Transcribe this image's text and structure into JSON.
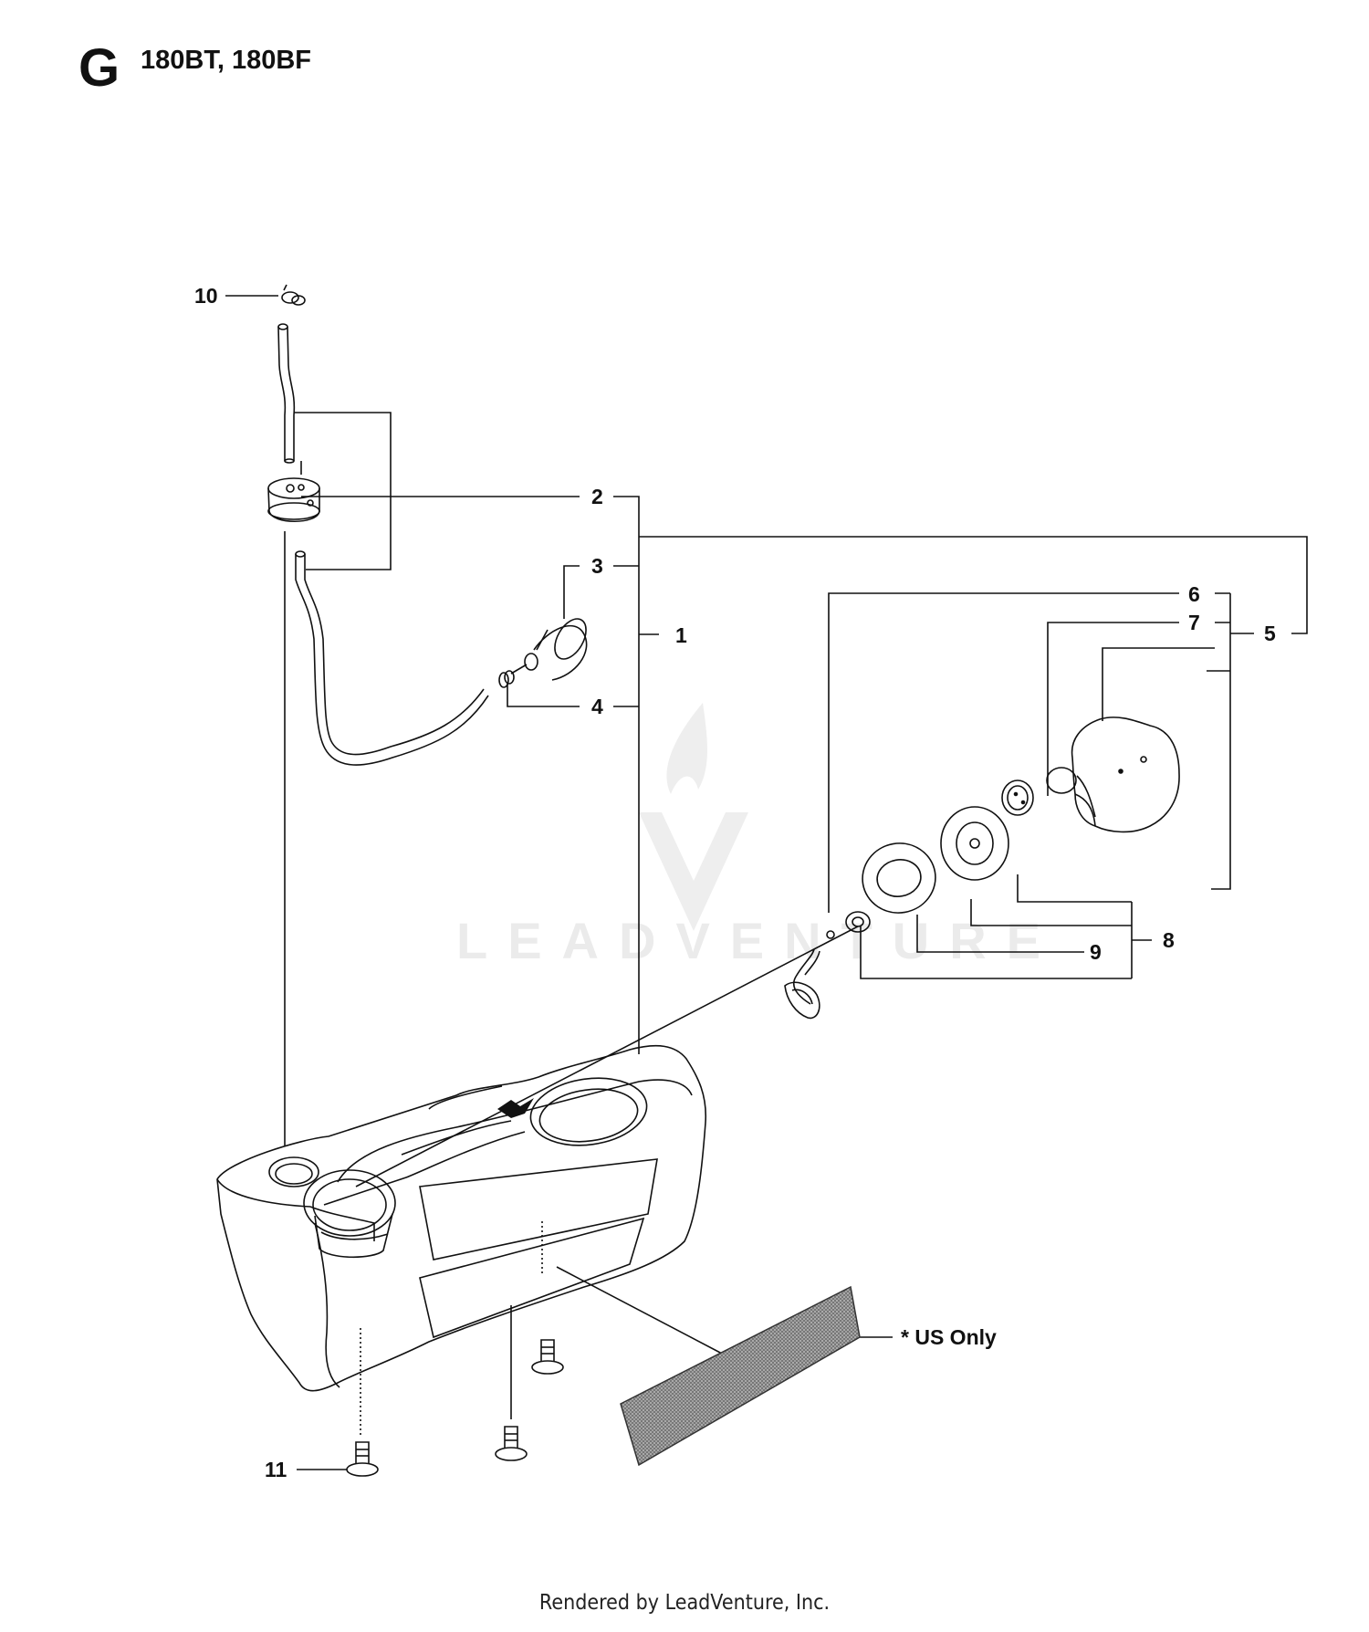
{
  "header": {
    "section_letter": "G",
    "models": "180BT, 180BF"
  },
  "watermark": {
    "text": "LEADVENTURE"
  },
  "callouts": [
    "1",
    "2",
    "3",
    "4",
    "5",
    "6",
    "7",
    "8",
    "9",
    "10",
    "11"
  ],
  "note": "* US Only",
  "footer": "Rendered by LeadVenture, Inc.",
  "colors": {
    "line": "#111111",
    "watermark": "#e8e8e8",
    "decal": "#555555"
  }
}
